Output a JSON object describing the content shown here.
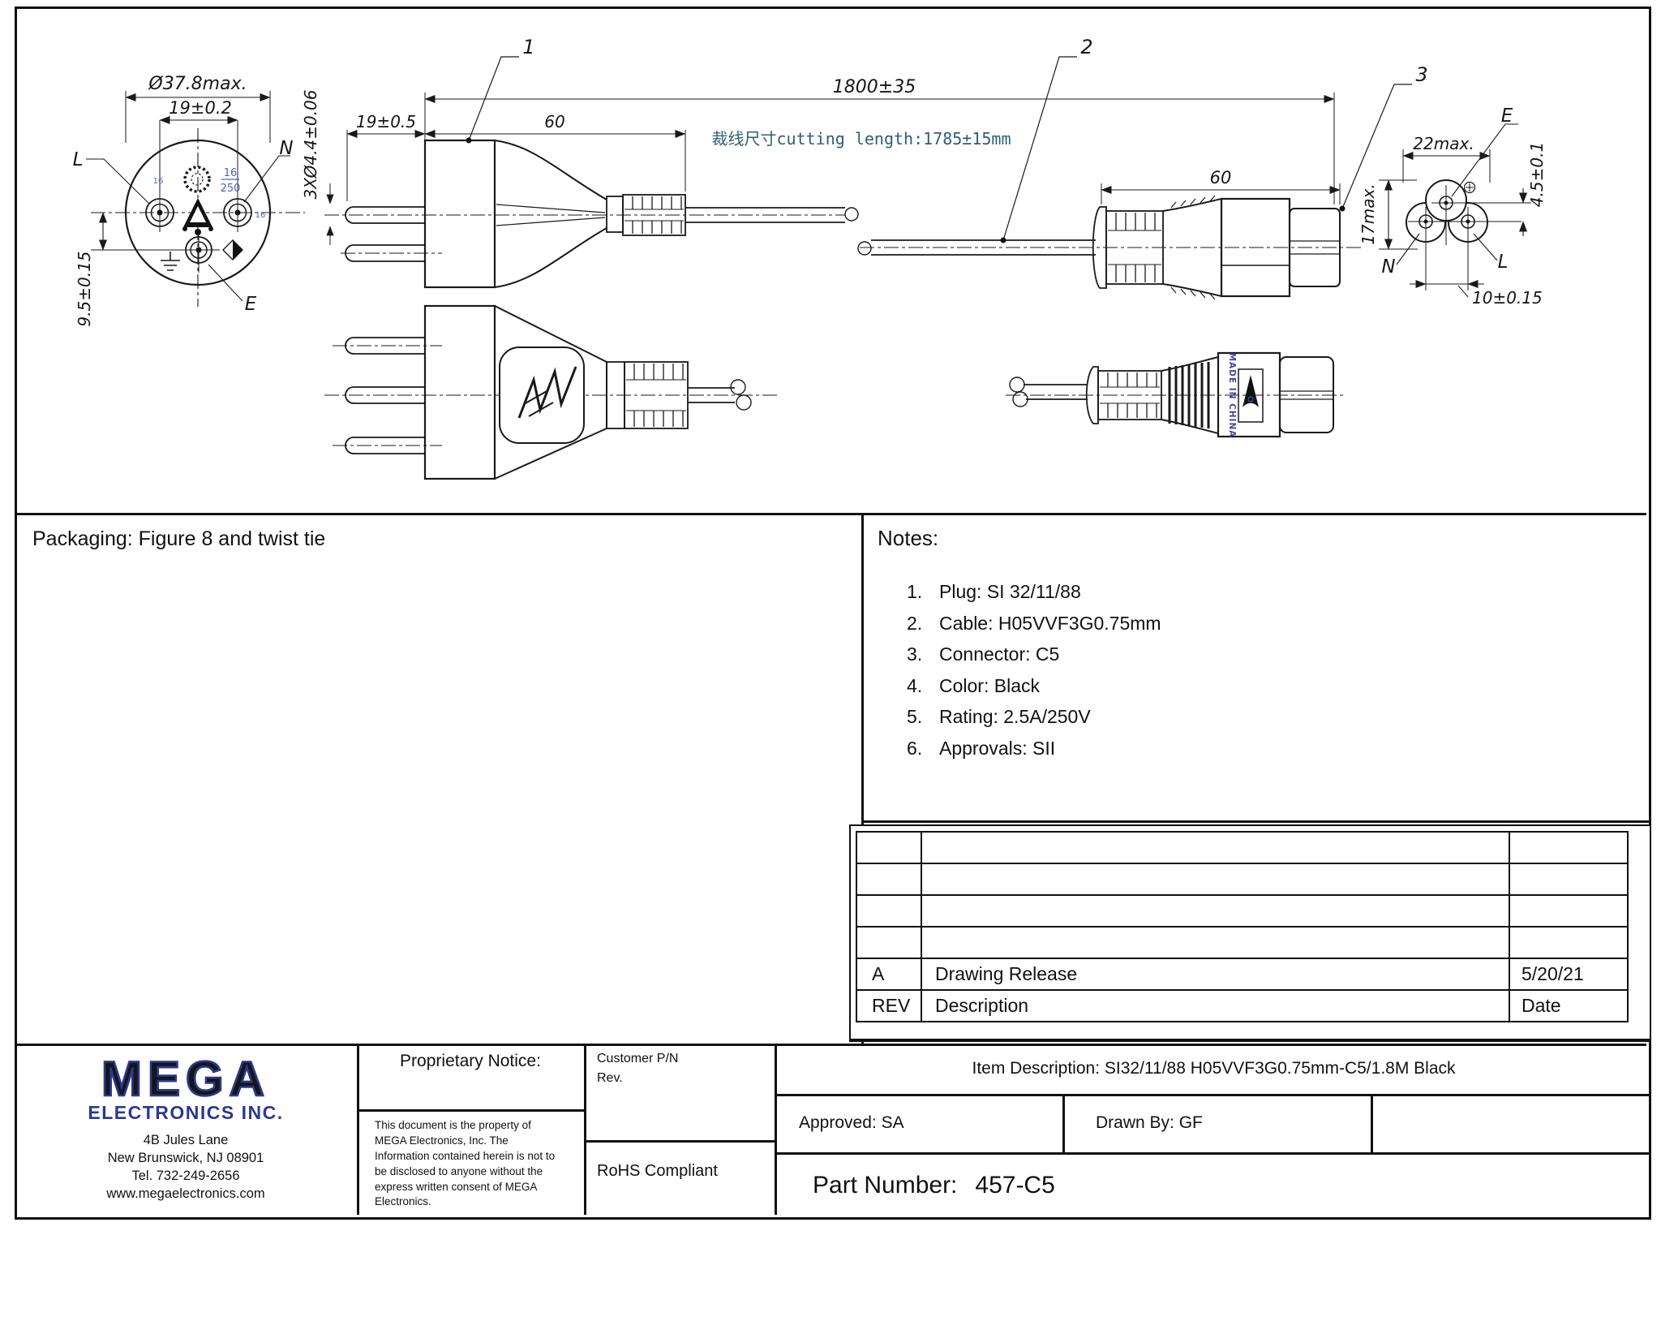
{
  "colors": {
    "line": "#1a1a1a",
    "brand_blue": "#2b3990",
    "note_blue": "#2d6073",
    "mark_blue": "#4a66b0"
  },
  "drawing": {
    "callout_1": "1",
    "callout_2": "2",
    "callout_3": "3",
    "plug_face": {
      "diameter": "Ø37.8max.",
      "pin_pitch": "19±0.2",
      "pin_diameter": "3XØ4.4±0.06",
      "earth_offset": "9.5±0.15",
      "label_l": "L",
      "label_n": "N",
      "label_e": "E",
      "rating_numerator": "16",
      "rating_denominator": "250",
      "mark_left": "16",
      "mark_right": "16"
    },
    "plug_side": {
      "pin_length": "19±0.5",
      "body_length": "60"
    },
    "cable": {
      "overall_length": "1800±35",
      "cutting_note": "裁线尺寸cutting length:1785±15mm"
    },
    "c5_side": {
      "length": "60"
    },
    "c5_face": {
      "width": "22max.",
      "height": "17max.",
      "pin_offset": "4.5±0.1",
      "pin_pitch": "10±0.15",
      "label_e": "E",
      "label_n": "N",
      "label_l": "L"
    },
    "c5_top": {
      "made_in": "MADE IN CHINA"
    }
  },
  "packaging_label": "Packaging: Figure 8 and twist tie",
  "notes": {
    "title": "Notes:",
    "items": [
      {
        "num": "1.",
        "text": "Plug: SI 32/11/88"
      },
      {
        "num": "2.",
        "text": "Cable: H05VVF3G0.75mm"
      },
      {
        "num": "3.",
        "text": "Connector: C5"
      },
      {
        "num": "4.",
        "text": "Color: Black"
      },
      {
        "num": "5.",
        "text": "Rating: 2.5A/250V"
      },
      {
        "num": "6.",
        "text": "Approvals: SII"
      }
    ]
  },
  "revision_table": {
    "release_rev": "A",
    "release_desc": "Drawing Release",
    "release_date": "5/20/21",
    "header_rev": "REV",
    "header_desc": "Description",
    "header_date": "Date"
  },
  "title_block": {
    "company": {
      "name": "MEGA",
      "tagline": "ELECTRONICS INC.",
      "address_line1": "4B Jules Lane",
      "address_line2": "New Brunswick, NJ 08901",
      "phone": "Tel. 732-249-2656",
      "website": "www.megaelectronics.com"
    },
    "proprietary": {
      "title": "Proprietary Notice:",
      "body": "This document is the property of MEGA Electronics, Inc.  The Information contained herein is not to be disclosed to anyone without the express written consent of MEGA Electronics."
    },
    "customer_pn_label": "Customer P/N",
    "customer_rev_label": "Rev.",
    "rohs": "RoHS Compliant",
    "item_description": "Item Description: SI32/11/88 H05VVF3G0.75mm-C5/1.8M Black",
    "approved": "Approved: SA",
    "drawn_by": "Drawn By: GF",
    "part_number_label": "Part Number:",
    "part_number_value": "457-C5"
  }
}
